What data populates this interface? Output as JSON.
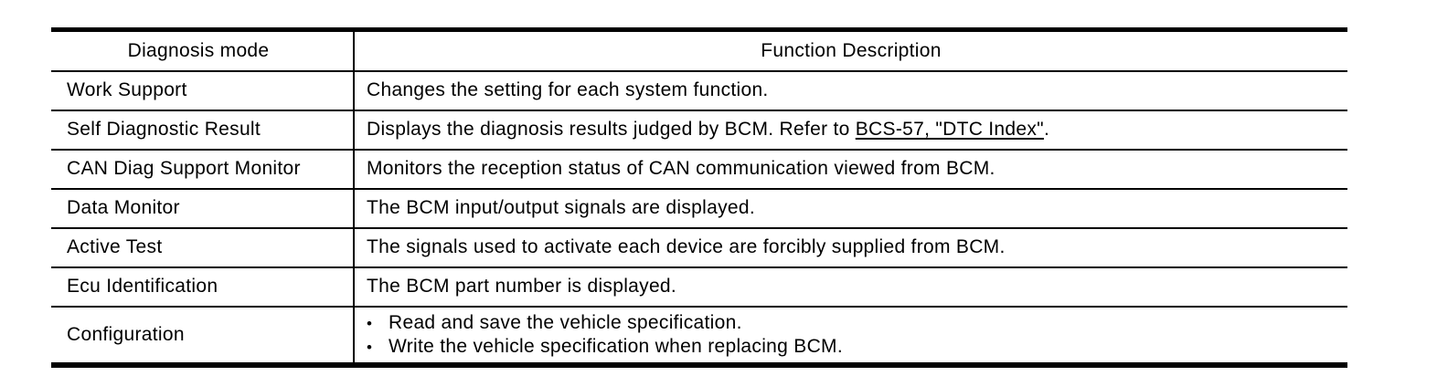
{
  "colors": {
    "text": "#000000",
    "background": "#ffffff",
    "border": "#000000"
  },
  "table": {
    "bullet_glyph": "•",
    "column_headers": {
      "mode": "Diagnosis mode",
      "description": "Function Description"
    },
    "rows": [
      {
        "mode": "Work Support",
        "description": "Changes the setting for each system function."
      },
      {
        "mode": "Self Diagnostic Result",
        "description_prefix": "Displays the diagnosis results judged by BCM. Refer to ",
        "link_text": "BCS-57, \"DTC Index\"",
        "description_suffix": "."
      },
      {
        "mode": "CAN Diag Support Monitor",
        "description": "Monitors the reception status of CAN communication viewed from BCM."
      },
      {
        "mode": "Data Monitor",
        "description": "The BCM input/output signals are displayed."
      },
      {
        "mode": "Active Test",
        "description": "The signals used to activate each device are forcibly supplied from BCM."
      },
      {
        "mode": "Ecu Identification",
        "description": "The BCM part number is displayed."
      },
      {
        "mode": "Configuration",
        "bullets": [
          "Read and save the vehicle specification.",
          "Write the vehicle specification when replacing BCM."
        ]
      }
    ]
  }
}
